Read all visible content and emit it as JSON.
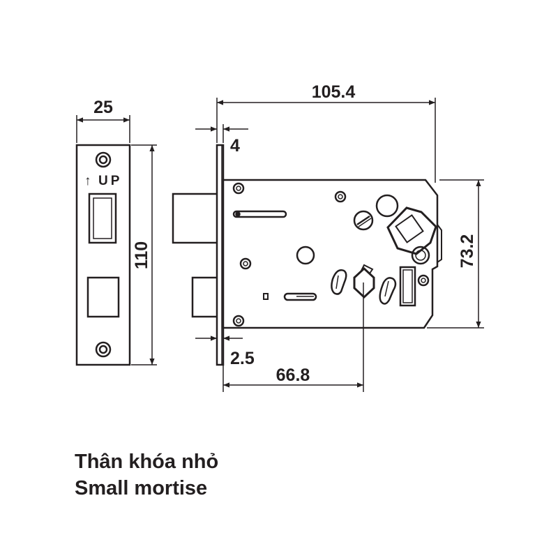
{
  "colors": {
    "ink": "#231f20",
    "background": "#ffffff"
  },
  "dimensions": {
    "faceplate_width": "25",
    "faceplate_height": "110",
    "case_length": "105.4",
    "faceplate_thickness": "4",
    "case_height": "73.2",
    "forend_offset": "2.5",
    "backset": "66.8"
  },
  "faceplate": {
    "up_arrow": "↑",
    "up_label": "UP",
    "orientation_mark_icon": "up-arrow-icon"
  },
  "caption": {
    "vietnamese": "Thân khóa nhỏ",
    "english": "Small mortise"
  }
}
